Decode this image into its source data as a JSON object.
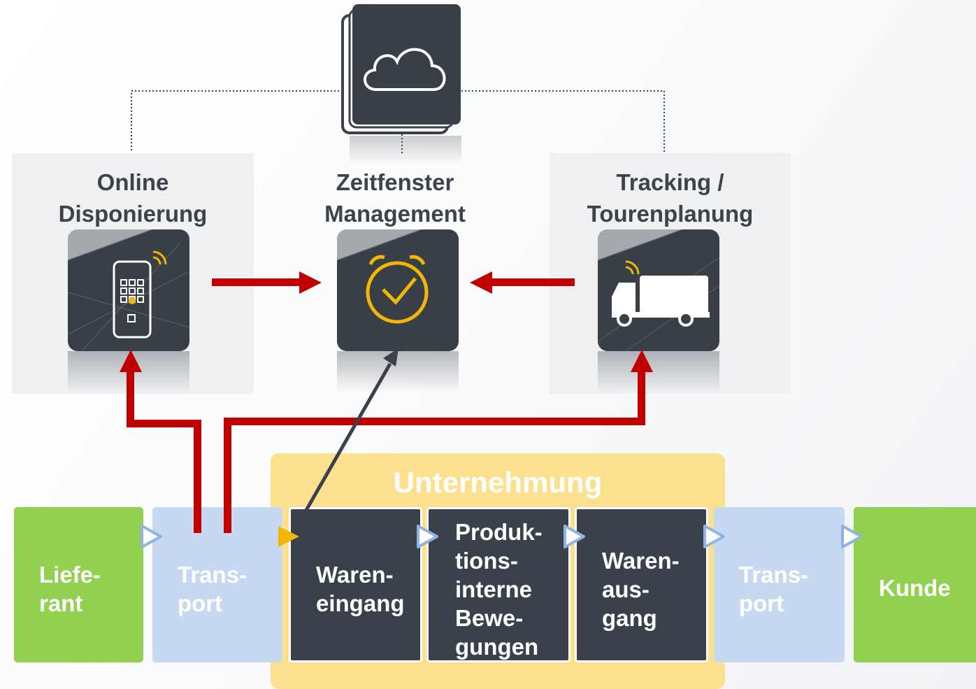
{
  "top_labels": {
    "online": "Online\nDisponierung",
    "zeitfenster": "Zeitfenster\nManagement",
    "tracking": "Tracking /\nTourenplanung"
  },
  "company_label": "Unternehmung",
  "process": [
    {
      "id": "lieferant",
      "label": "Liefe-\nrant",
      "style": "green"
    },
    {
      "id": "transport-in",
      "label": "Trans-\nport",
      "style": "light"
    },
    {
      "id": "wareneingang",
      "label": "Waren-\neingang",
      "style": "dark"
    },
    {
      "id": "produktion",
      "label": "Produk-\ntions-\ninterne\nBewe-\ngungen",
      "style": "dark"
    },
    {
      "id": "warenausgang",
      "label": "Waren-\naus-\ngang",
      "style": "dark"
    },
    {
      "id": "transport-out",
      "label": "Trans-\nport",
      "style": "light"
    },
    {
      "id": "kunde",
      "label": "Kunde",
      "style": "green"
    }
  ],
  "icons": {
    "cloud": "cloud-icon",
    "phone": "phone-calendar-icon",
    "clock": "alarm-clock-check-icon",
    "truck": "truck-icon"
  },
  "colors": {
    "red_arrow": "#c00000",
    "dark_arrow": "#3a414b",
    "green": "#92d050",
    "light_blue": "#c6d9f1",
    "dark_box": "#3a414b",
    "company_band": "#fde08e",
    "accent_yellow": "#f2b705",
    "chevron_blue": "#8eb4e3"
  }
}
